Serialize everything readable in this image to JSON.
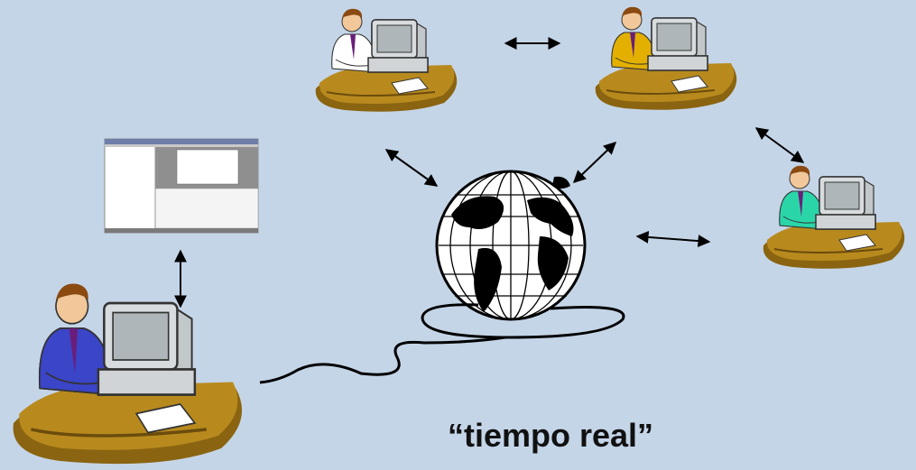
{
  "caption": "“tiempo real”",
  "colors": {
    "background": "#c5d5e8",
    "desk": "#b88a1e",
    "desk_shadow": "#8a6410",
    "monitor": "#d8dcde",
    "monitor_screen": "#aeb6ba",
    "user_main_shirt": "#3b45c8",
    "user_top_left_shirt": "#ffffff",
    "user_top_right_shirt": "#e3b000",
    "user_right_shirt": "#2ad6a8",
    "skin": "#f2c89a",
    "hair": "#8a4a10",
    "tie": "#6a1e7a",
    "arrow": "#000000"
  },
  "icons": [
    "workstation-user-icon",
    "globe-icon",
    "screenshot-thumbnail",
    "double-arrow-icon",
    "network-cable"
  ]
}
